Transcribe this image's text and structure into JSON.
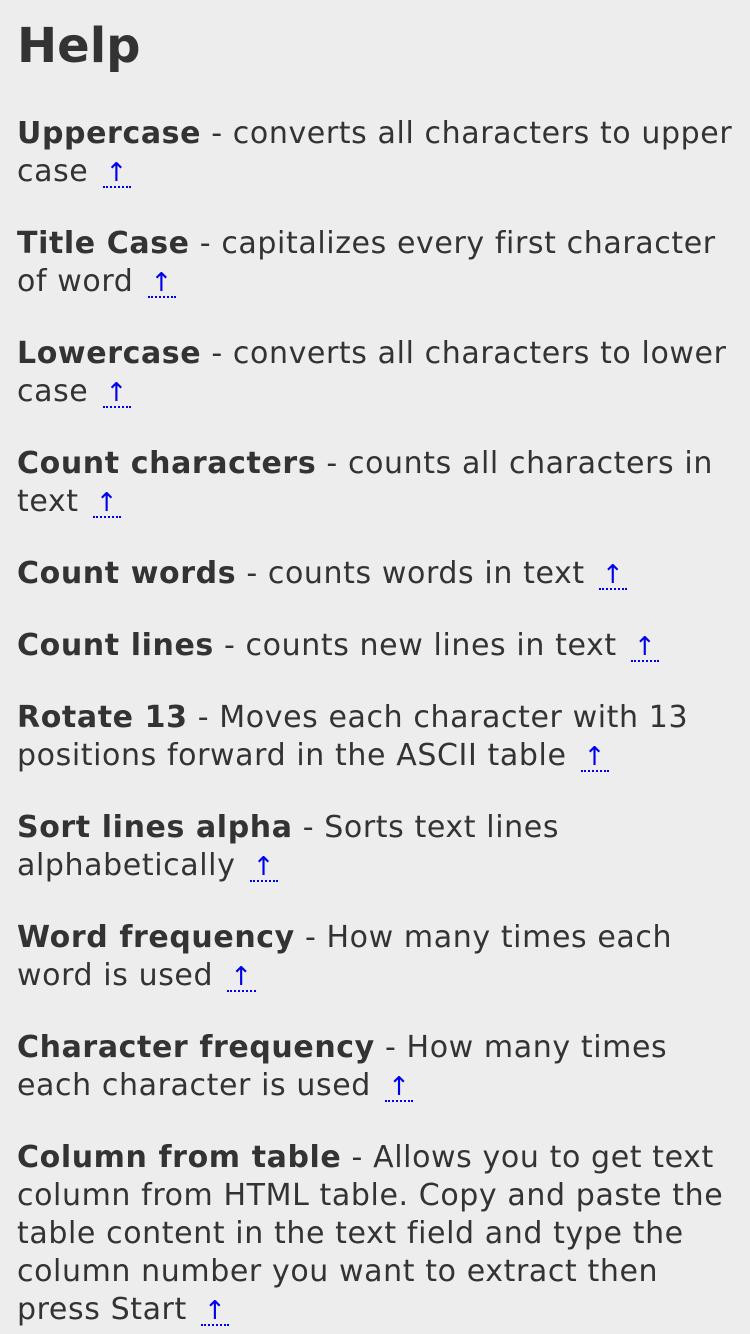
{
  "page": {
    "title": "Help"
  },
  "items": [
    {
      "term": "Uppercase",
      "desc": " - converts all characters to upper case",
      "link": "↑"
    },
    {
      "term": "Title Case",
      "desc": " - capitalizes every first character of word",
      "link": "↑"
    },
    {
      "term": "Lowercase",
      "desc": " - converts all characters to lower case",
      "link": "↑"
    },
    {
      "term": "Count characters",
      "desc": " - counts all characters in text",
      "link": "↑"
    },
    {
      "term": "Count words",
      "desc": " - counts words in text",
      "link": "↑"
    },
    {
      "term": "Count lines",
      "desc": " - counts new lines in text",
      "link": "↑"
    },
    {
      "term": "Rotate 13",
      "desc": " - Moves each character with 13 positions forward in the ASCII table",
      "link": "↑"
    },
    {
      "term": "Sort lines alpha",
      "desc": " - Sorts text lines alphabetically",
      "link": "↑"
    },
    {
      "term": "Word frequency",
      "desc": " - How many times each word is used",
      "link": "↑"
    },
    {
      "term": "Character frequency",
      "desc": " - How many times each character is used",
      "link": "↑"
    },
    {
      "term": "Column from table",
      "desc": " - Allows you to get text column from HTML table. Copy and paste the table content in the text field and type the column number you want to extract then press Start",
      "link": "↑"
    }
  ],
  "colors": {
    "background": "#ededed",
    "text": "#333333",
    "link": "#0000ee"
  }
}
